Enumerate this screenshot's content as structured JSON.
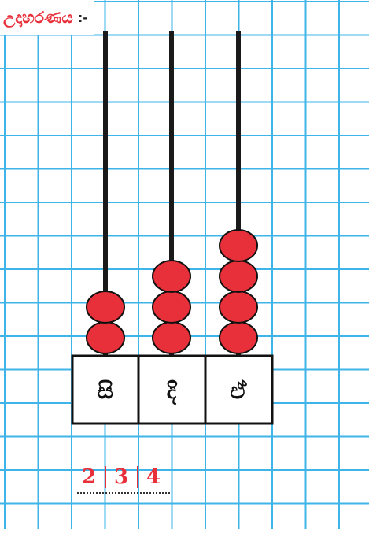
{
  "title": {
    "text": "උදාහරණය",
    "suffix": ":-"
  },
  "colors": {
    "grid": "#3fb4e8",
    "bead": "#e8303a",
    "rod": "#1a1a1a",
    "border": "#111111",
    "accent": "#e8303a"
  },
  "abacus": {
    "columns": [
      {
        "label": "සි",
        "beads": 2
      },
      {
        "label": "දි",
        "beads": 3
      },
      {
        "label": "ඒ",
        "beads": 4
      }
    ]
  },
  "number": {
    "digits": [
      "2",
      "3",
      "4"
    ]
  }
}
